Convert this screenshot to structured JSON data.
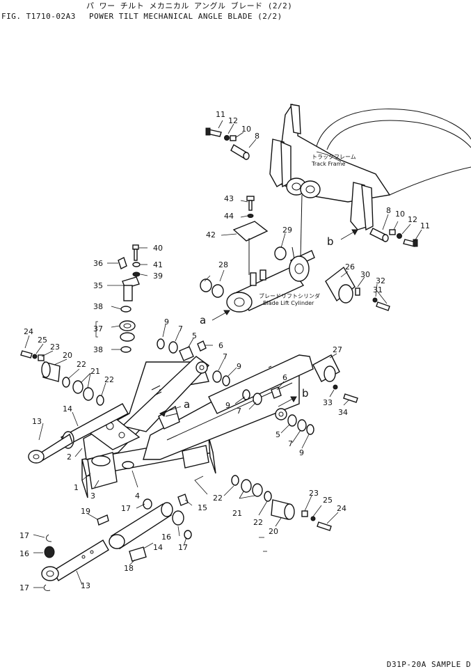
{
  "header": {
    "japanese_title": "パ ワー チルト メカニカル アングル ブレード (2/2)",
    "fig_code": "FIG. T1710-02A3",
    "title": "POWER TILT MECHANICAL ANGLE BLADE (2/2)"
  },
  "labels": {
    "track_frame_jp": "トラックフレーム",
    "track_frame": "Track Frame",
    "blade_lift_cylinder_jp": "ブレードリフトシリンダ",
    "blade_lift_cylinder": "Blade Lift Cylinder"
  },
  "reference_letters": {
    "a": "a",
    "b": "b"
  },
  "callouts": {
    "c1": "1",
    "c2": "2",
    "c3": "3",
    "c4": "4",
    "c5": "5",
    "c6": "6",
    "c7": "7",
    "c8": "8",
    "c9": "9",
    "c10": "10",
    "c11": "11",
    "c12": "12",
    "c13": "13",
    "c14": "14",
    "c15": "15",
    "c16": "16",
    "c17": "17",
    "c18": "18",
    "c19": "19",
    "c20": "20",
    "c21": "21",
    "c22": "22",
    "c23": "23",
    "c24": "24",
    "c25": "25",
    "c26": "26",
    "c27": "27",
    "c28": "28",
    "c29": "29",
    "c30": "30",
    "c31": "31",
    "c32": "32",
    "c33": "33",
    "c34": "34",
    "c35": "35",
    "c36": "36",
    "c37": "37",
    "c38": "38",
    "c39": "39",
    "c40": "40",
    "c41": "41",
    "c42": "42",
    "c43": "43",
    "c44": "44"
  },
  "footer": "D31P-20A SAMPLE D"
}
